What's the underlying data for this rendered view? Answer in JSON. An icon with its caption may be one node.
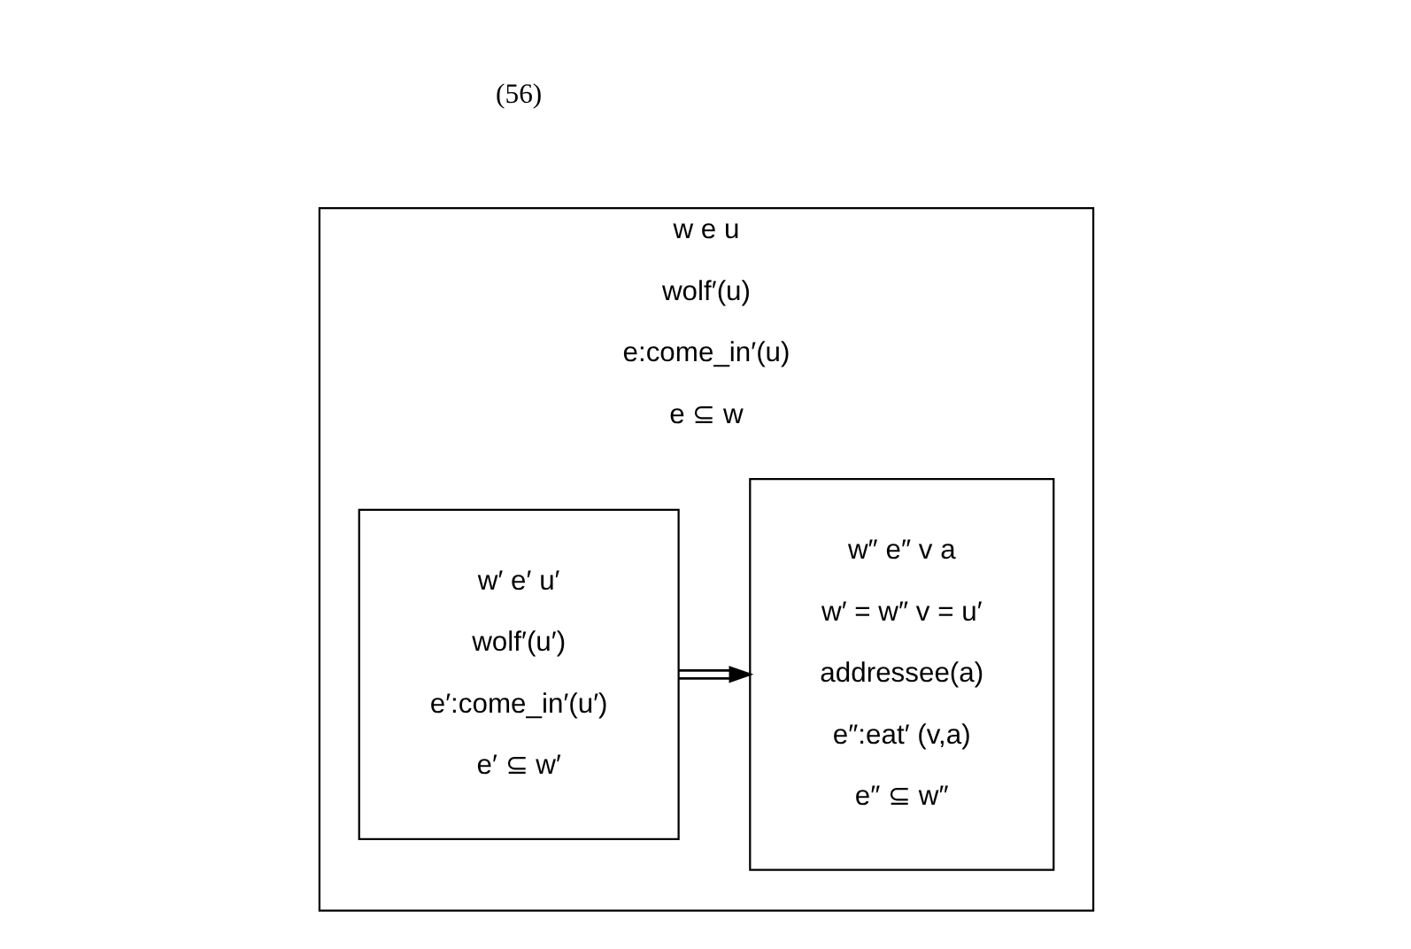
{
  "diagram": {
    "nodes": [
      {
        "text": [
          "w e u",
          "wolf′(u)",
          "e:come_in′(u)",
          "e ⊆ w"
        ]
      },
      {
        "text": [
          "w′ e′ u′",
          "wolf′(u′)",
          "e′:come_in′(u′)",
          "e′ ⊆ w′"
        ],
        "in": 0
      },
      {
        "text": [
          "w″ e″ v a",
          "w′ = w″ v = u′",
          "addressee(a)",
          "e″:eat′ (v,a)",
          "e″ ⊆ w″"
        ],
        "in": 0
      }
    ],
    "edges": [
      {
        "from": 1,
        "to": 2,
        "arrow": "to"
      }
    ],
    "labels": [
      "(56)"
    ]
  }
}
